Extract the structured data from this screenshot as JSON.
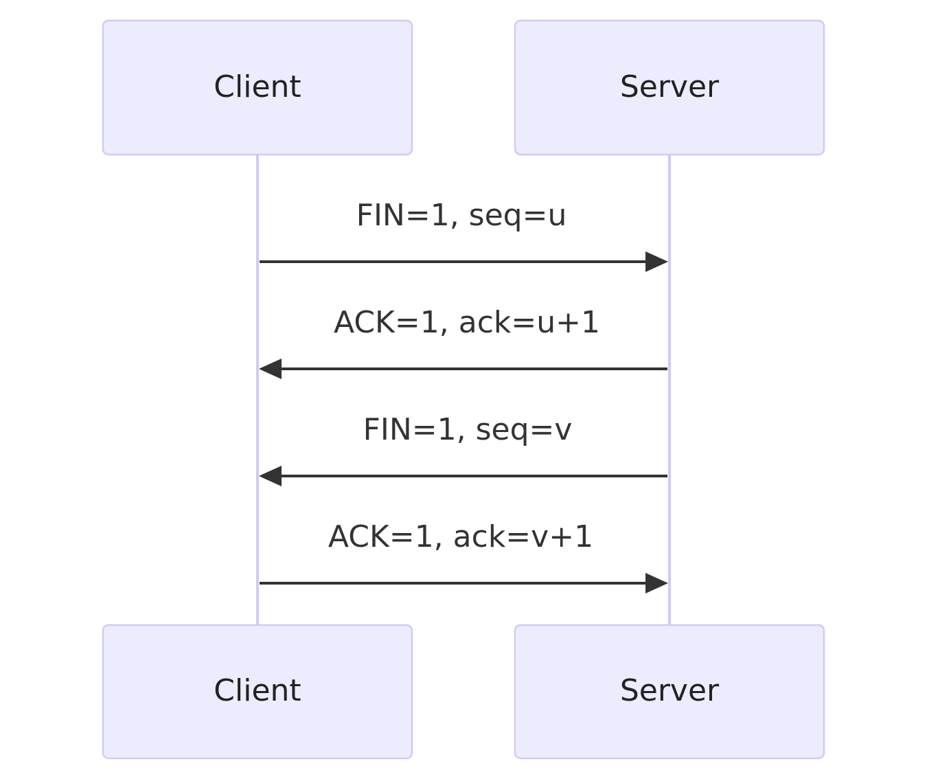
{
  "diagram": {
    "type": "sequence",
    "actors": [
      {
        "id": "client",
        "label": "Client"
      },
      {
        "id": "server",
        "label": "Server"
      }
    ],
    "messages": [
      {
        "from": "client",
        "to": "server",
        "label": "FIN=1, seq=u"
      },
      {
        "from": "server",
        "to": "client",
        "label": "ACK=1, ack=u+1"
      },
      {
        "from": "server",
        "to": "client",
        "label": "FIN=1, seq=v"
      },
      {
        "from": "client",
        "to": "server",
        "label": "ACK=1, ack=v+1"
      }
    ]
  },
  "colors": {
    "actor_fill": "#ececff",
    "actor_border": "#d3caf1",
    "lifeline": "#d3caf1",
    "arrow": "#333333",
    "text": "#222222"
  }
}
